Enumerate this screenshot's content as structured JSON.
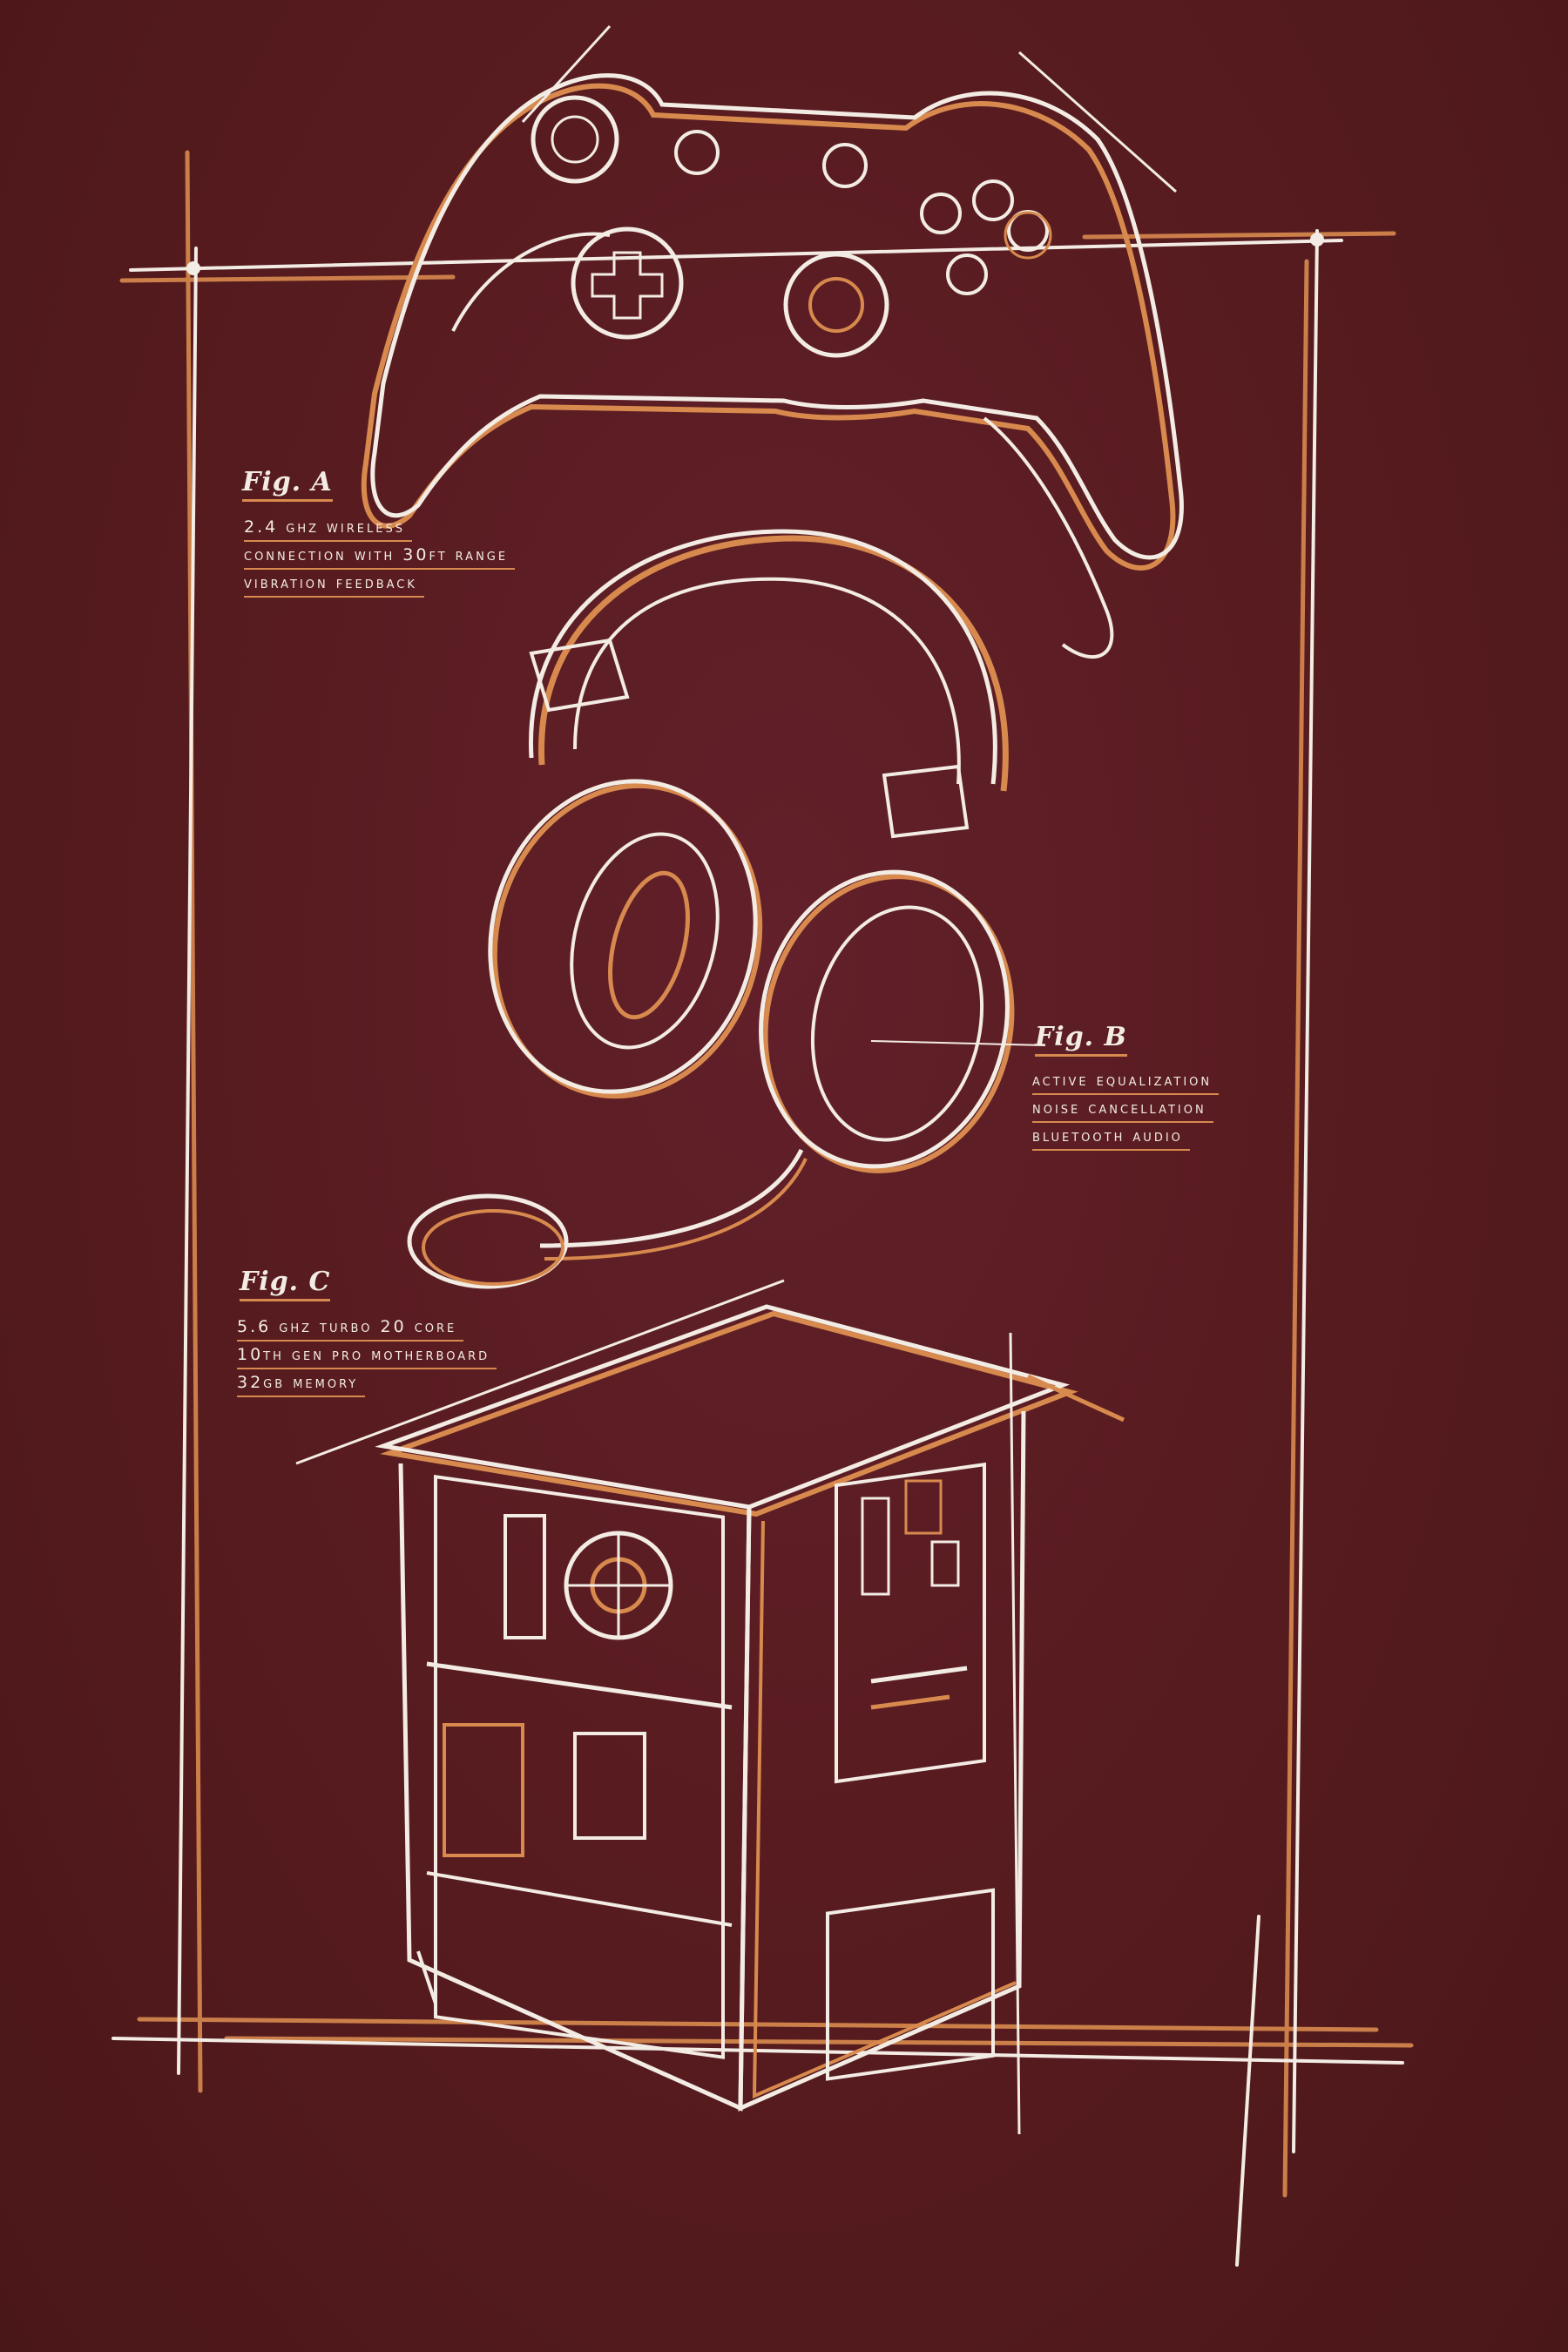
{
  "figures": {
    "a": {
      "title": "Fig. A",
      "specs": [
        "2.4 GHZ WIRELESS",
        "CONNECTION WITH 30FT RANGE",
        "VIBRATION FEEDBACK"
      ]
    },
    "b": {
      "title": "Fig. B",
      "specs": [
        "Active equalization",
        "Noise cancellation",
        "Bluetooth audio"
      ]
    },
    "c": {
      "title": "Fig. C",
      "specs": [
        "5.6 GHZ TURBO 20 CORE",
        "10TH GEN PRO MOTHERBOARD",
        "32GB MEMORY"
      ]
    }
  },
  "colors": {
    "background": "#5a1d1f",
    "line_white": "#f3ece4",
    "line_orange": "#d88a4e"
  },
  "icons": [
    "game-controller-sketch",
    "headset-sketch",
    "pc-tower-sketch"
  ]
}
